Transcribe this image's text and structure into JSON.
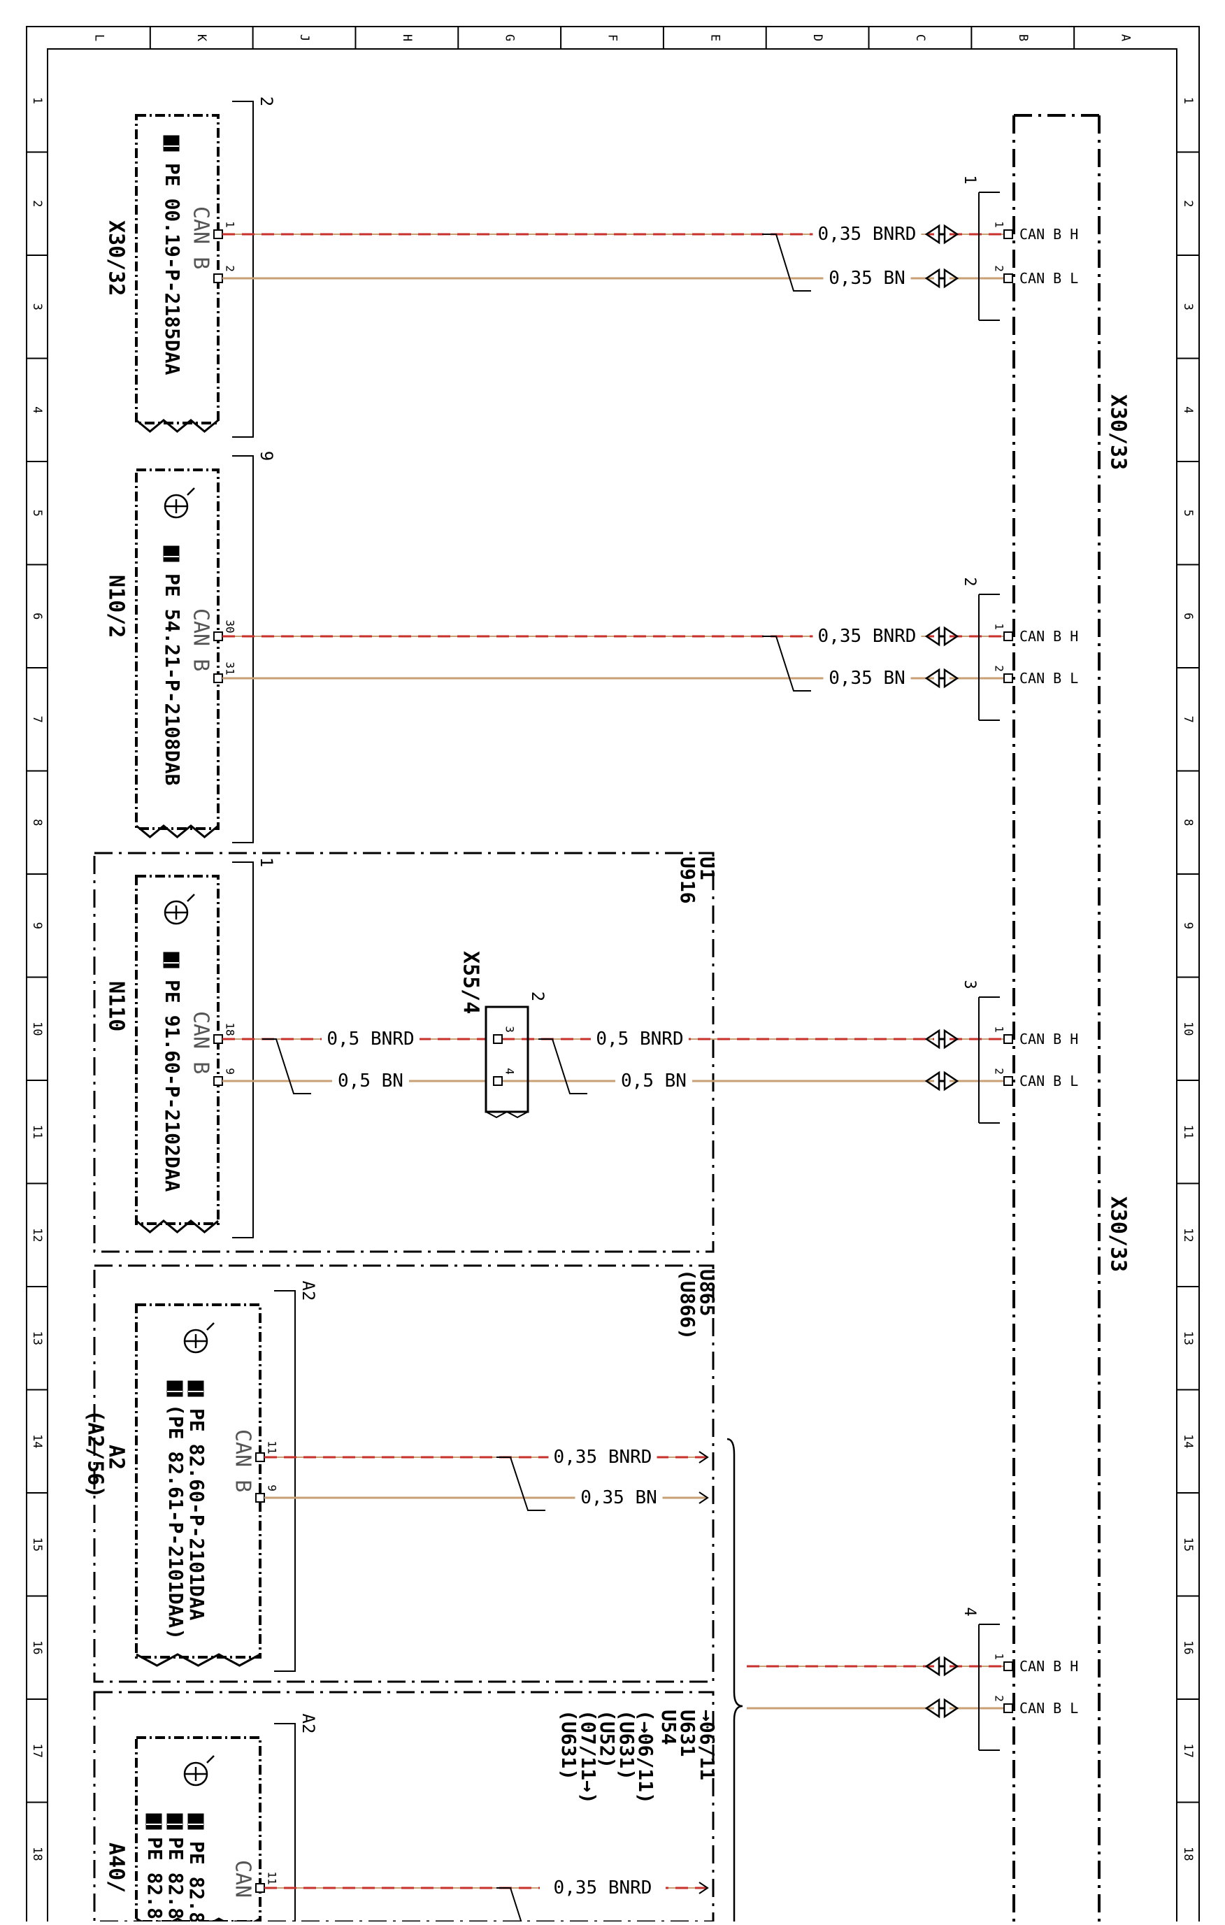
{
  "frame": {
    "columns": [
      "L",
      "K",
      "J",
      "H",
      "G",
      "F",
      "E",
      "D",
      "C",
      "B",
      "A"
    ],
    "rows": [
      "1",
      "2",
      "3",
      "4",
      "5",
      "6",
      "7",
      "8",
      "9",
      "10",
      "11",
      "12",
      "13",
      "14",
      "15",
      "16",
      "17",
      "18"
    ]
  },
  "colors": {
    "line": "#000000",
    "wire_bnrd": "#c8302c",
    "wire_bn": "#c8a074",
    "text": "#000000"
  },
  "bus": {
    "label": "X30/33",
    "pin_h": "CAN B H",
    "pin_l": "CAN B L"
  },
  "blocks": [
    {
      "id": "X30/32",
      "tag": "2",
      "ref": "PE 00.19-P-2185DAA",
      "bus": "CAN B",
      "has_ground": false,
      "pins": [
        {
          "num": "1",
          "gauge": "0,35",
          "color": "BNRD",
          "kind": "h"
        },
        {
          "num": "2",
          "gauge": "0,35",
          "color": "BN",
          "kind": "l"
        }
      ],
      "bus_group": "1"
    },
    {
      "id": "N10/2",
      "tag": "9",
      "ref": "PE 54.21-P-2108DAB",
      "bus": "CAN B",
      "has_ground": true,
      "pins": [
        {
          "num": "30",
          "gauge": "0,35",
          "color": "BNRD",
          "kind": "h"
        },
        {
          "num": "31",
          "gauge": "0,35",
          "color": "BN",
          "kind": "l"
        }
      ],
      "bus_group": "2"
    },
    {
      "id": "N110",
      "tag": "1",
      "ref": "PE 91.60-P-2102DAA",
      "bus": "CAN B",
      "has_ground": true,
      "pins": [
        {
          "num": "18",
          "gauge": "0,5",
          "color": "BNRD",
          "kind": "h"
        },
        {
          "num": "9",
          "gauge": "0,5",
          "color": "BN",
          "kind": "l"
        }
      ],
      "bus_group": "3"
    },
    {
      "id": "A2",
      "id2": "(A2/56)",
      "tag": "A2",
      "ref": "PE 82.60-P-2101DAA",
      "ref2": "(PE 82.61-P-2101DAA)",
      "bus": "CAN B",
      "has_ground": true,
      "pins": [
        {
          "num": "11",
          "gauge": "0,35",
          "color": "BNRD",
          "kind": "h"
        },
        {
          "num": "9",
          "gauge": "0,35",
          "color": "BN",
          "kind": "l"
        }
      ],
      "bus_group": "4"
    },
    {
      "id": "A40/",
      "tag": "A2",
      "ref": "PE 82.8",
      "ref2": "PE 82.8",
      "ref3": "PE 82.8",
      "bus": "CAN",
      "has_ground": true,
      "pins": [
        {
          "num": "11",
          "gauge": "0,35",
          "color": "BNRD",
          "kind": "h"
        }
      ]
    }
  ],
  "splice": {
    "id": "X55/4",
    "tag": "2",
    "pin_a": "3",
    "pin_b": "4",
    "gauge": "0,5",
    "color_h": "BNRD",
    "color_l": "BN"
  },
  "variants": {
    "u1": [
      "U1",
      "U916"
    ],
    "u2": [
      "U865",
      "(U866)"
    ],
    "u3": [
      "→06/11",
      "U631",
      "U54",
      "(→06/11)",
      "(U631)",
      "(U52)",
      "(07/11→)",
      "(U631)"
    ]
  },
  "bus_group_4_wires": [
    {
      "color": "BNRD",
      "kind": "h"
    },
    {
      "color": "BN",
      "kind": "l"
    }
  ]
}
